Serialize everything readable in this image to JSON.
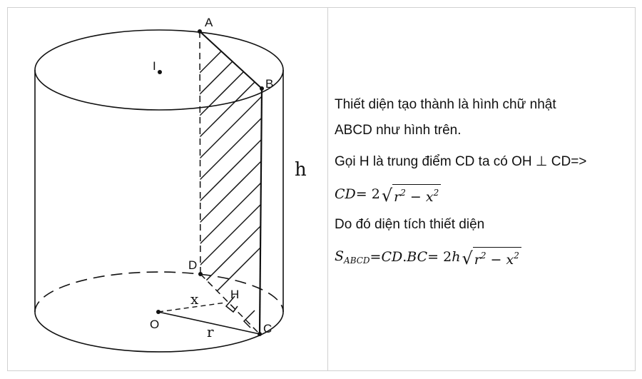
{
  "figure": {
    "labels": {
      "A": "A",
      "B": "B",
      "C": "C",
      "D": "D",
      "H": "H",
      "O": "O",
      "I": "I",
      "h": "h",
      "x": "x",
      "r": "r"
    }
  },
  "solution": {
    "line1": "Thiết diện tạo thành là hình chữ nhật",
    "line2": "ABCD như hình trên.",
    "line3": "Gọi H là trung điểm CD ta có OH ⊥ CD=>",
    "formula1": {
      "lhs": "CD",
      "eq": " = 2",
      "radicand_r": "r",
      "radicand_op": " − ",
      "radicand_x": "x",
      "exp": "2"
    },
    "line4": "Do đó diện tích thiết diện",
    "formula2": {
      "lhs": "S",
      "lhs_sub": "ABCD",
      "eq1": " = ",
      "cd": "CD",
      "dot": ". ",
      "bc": "BC",
      "eq2": " = 2",
      "h": "h",
      "radicand_r": "r",
      "radicand_op": " − ",
      "radicand_x": "x",
      "exp": "2"
    }
  }
}
